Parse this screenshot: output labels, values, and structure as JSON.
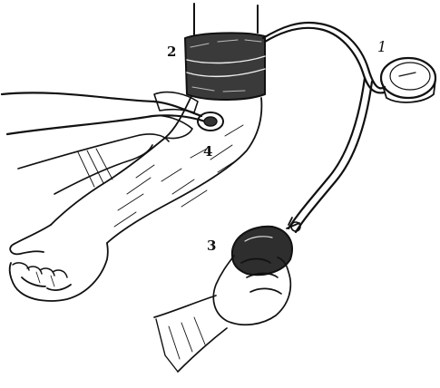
{
  "labels": {
    "gauge": "1",
    "cuff": "2",
    "bulb": "3",
    "stethoscope": "4"
  }
}
